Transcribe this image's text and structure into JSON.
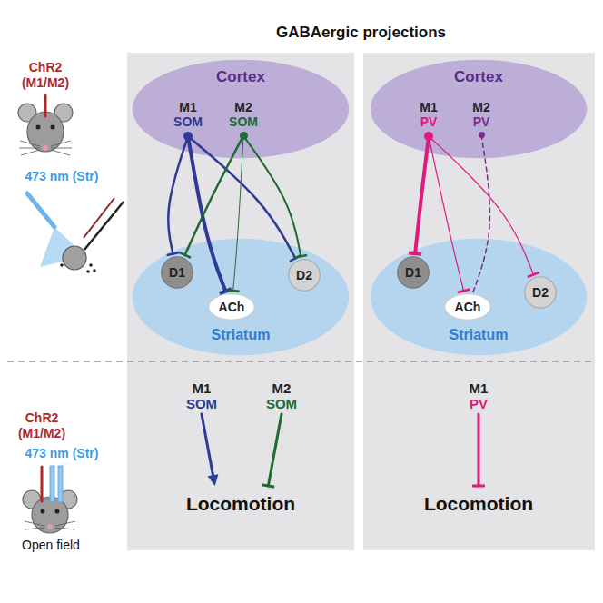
{
  "diagram": {
    "title": "GABAergic projections",
    "nodes": [
      {
        "text": [
          "Cortex"
        ]
      },
      {
        "text": [
          "M1",
          "SOM"
        ],
        "in": 0
      },
      {
        "text": [
          "M2",
          "SOM"
        ],
        "in": 0
      },
      {
        "text": [
          "Striatum"
        ]
      },
      {
        "text": [
          "D1"
        ],
        "in": 3
      },
      {
        "text": [
          "ACh"
        ],
        "in": 3
      },
      {
        "text": [
          "D2"
        ],
        "in": 3
      },
      {
        "text": [
          "Cortex"
        ]
      },
      {
        "text": [
          "M1",
          "PV"
        ],
        "in": 7
      },
      {
        "text": [
          "M2",
          "PV"
        ],
        "in": 7
      },
      {
        "text": [
          "Striatum"
        ]
      },
      {
        "text": [
          "D1"
        ],
        "in": 10
      },
      {
        "text": [
          "ACh"
        ],
        "in": 10
      },
      {
        "text": [
          "D2"
        ],
        "in": 10
      },
      {
        "text": [
          "M1",
          "SOM"
        ]
      },
      {
        "text": [
          "M2",
          "SOM"
        ]
      },
      {
        "text": [
          "Locomotion"
        ]
      },
      {
        "text": [
          "M1",
          "PV"
        ]
      },
      {
        "text": [
          "Locomotion"
        ]
      }
    ],
    "edges": [
      {
        "from": 1,
        "to": 4,
        "arrow": "to"
      },
      {
        "from": 1,
        "to": 5,
        "arrow": "to"
      },
      {
        "from": 1,
        "to": 6,
        "arrow": "to"
      },
      {
        "from": 2,
        "to": 4,
        "arrow": "to"
      },
      {
        "from": 2,
        "to": 5,
        "arrow": "to"
      },
      {
        "from": 2,
        "to": 6,
        "arrow": "to"
      },
      {
        "from": 8,
        "to": 11,
        "arrow": "to"
      },
      {
        "from": 8,
        "to": 12,
        "arrow": "to"
      },
      {
        "from": 8,
        "to": 13,
        "arrow": "to"
      },
      {
        "from": 9,
        "to": 12,
        "arrow": "none"
      },
      {
        "from": 14,
        "to": 16,
        "arrow": "to"
      },
      {
        "from": 15,
        "to": 16,
        "arrow": "to"
      },
      {
        "from": 17,
        "to": 18,
        "arrow": "to"
      }
    ],
    "labels": [
      "ChR2 (M1/M2)",
      "473 nm (Str)",
      "ChR2 (M1/M2)",
      "473 nm (Str)",
      "Open field"
    ]
  }
}
